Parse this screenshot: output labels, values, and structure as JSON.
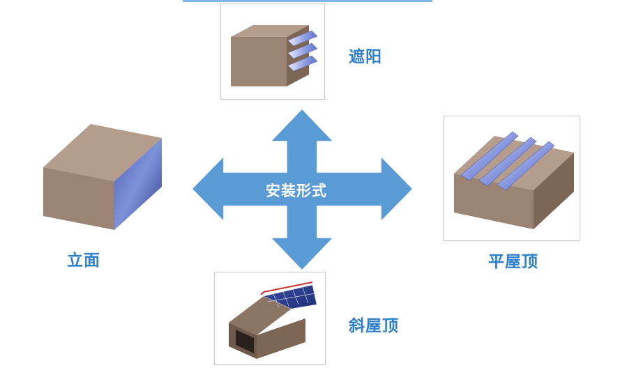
{
  "center": {
    "label": "安装形式"
  },
  "options": {
    "top": {
      "label": "遮阳"
    },
    "left": {
      "label": "立面"
    },
    "right": {
      "label": "平屋顶"
    },
    "bottom": {
      "label": "斜屋顶"
    }
  },
  "colors": {
    "arrow": "#5b9bd5",
    "label": "#2f7fc9",
    "building_face": "#9b8474",
    "building_top": "#b49d8c",
    "building_side": "#7d6656",
    "panel_blue": "#6a7fd6"
  }
}
